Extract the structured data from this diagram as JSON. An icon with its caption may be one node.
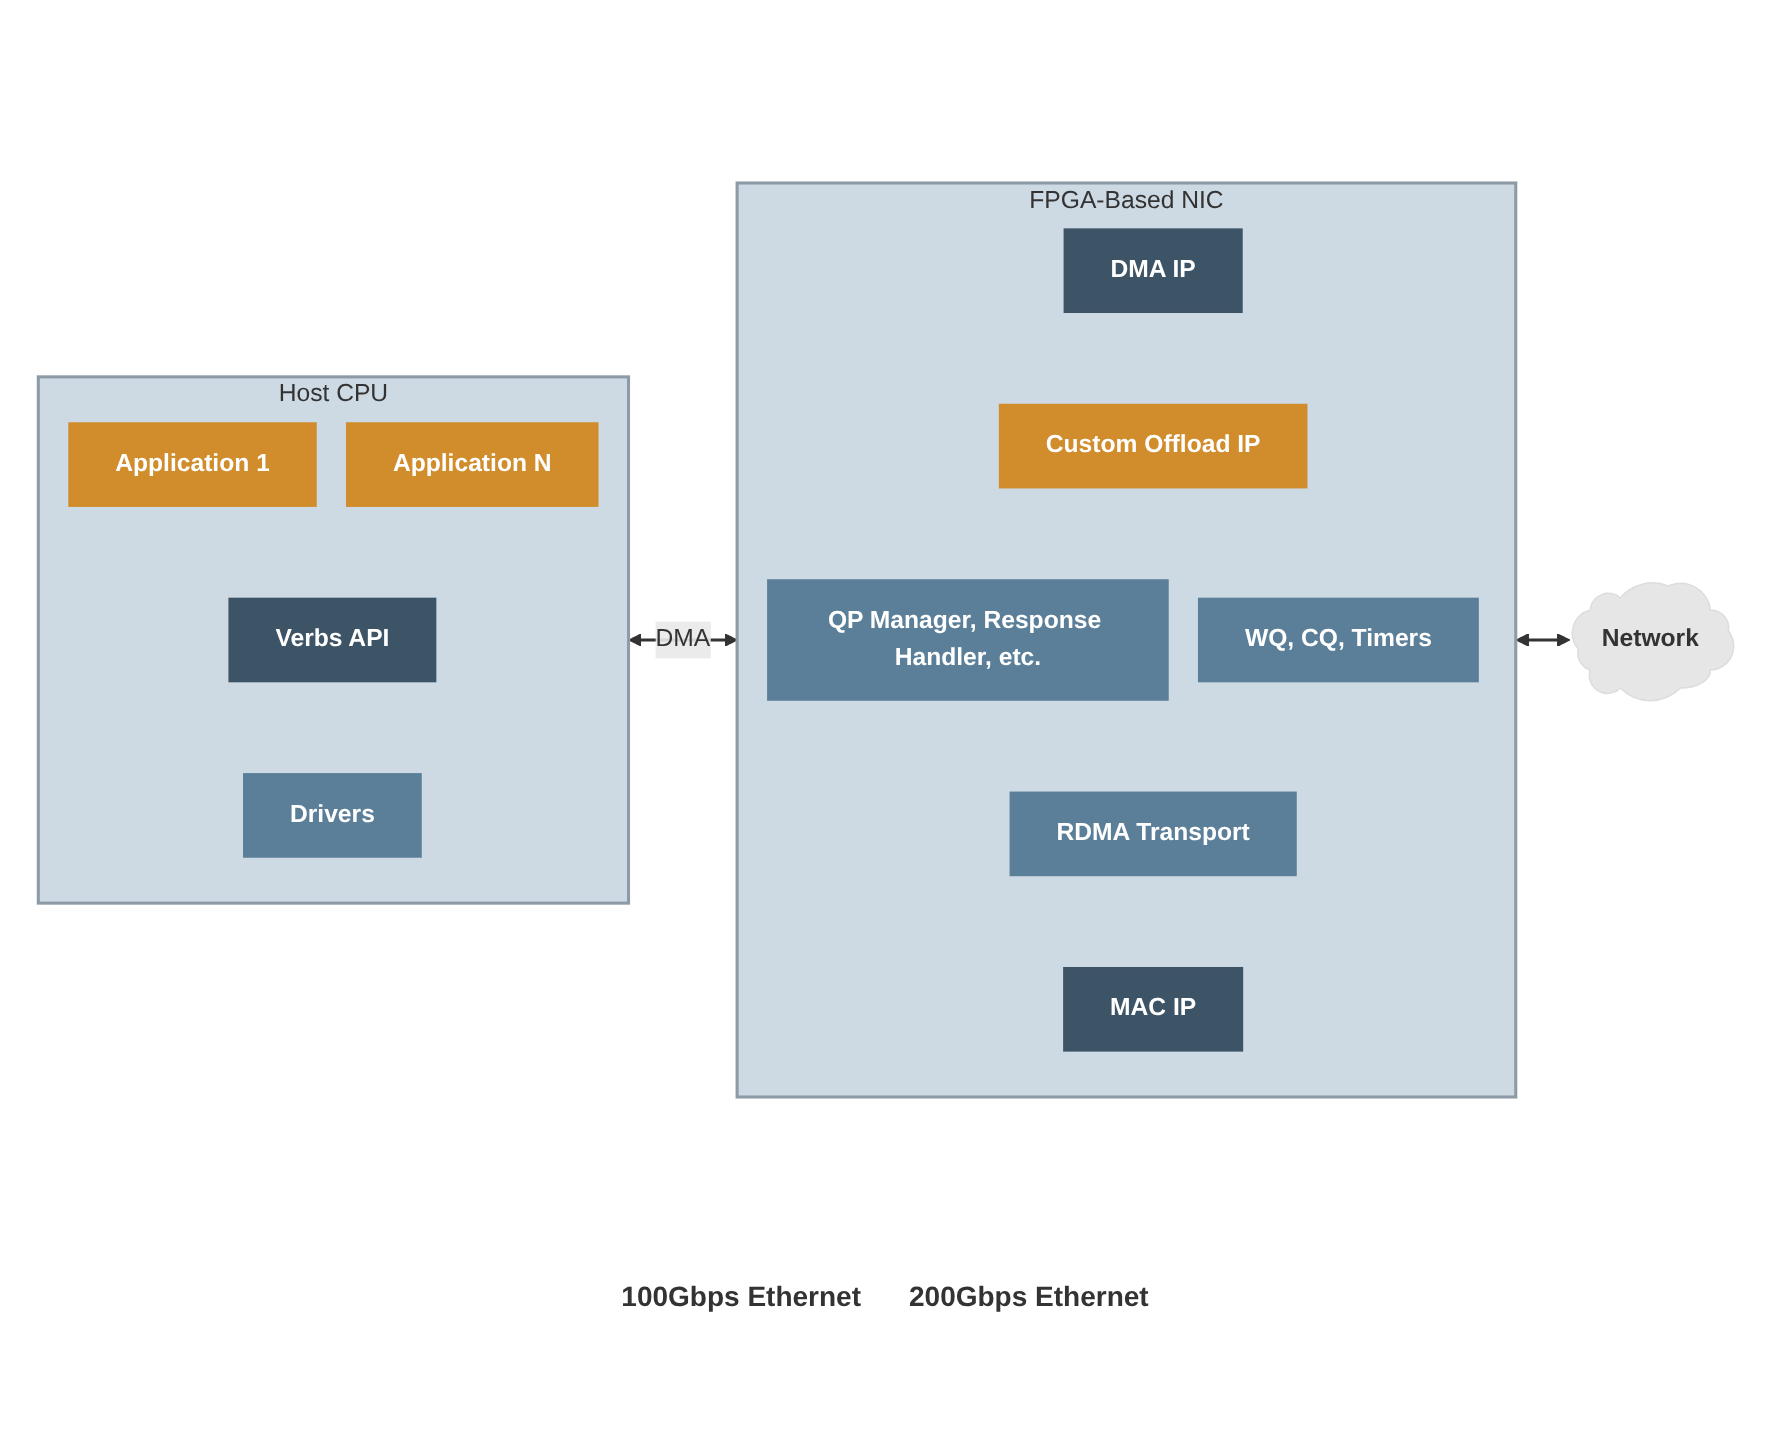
{
  "diagram": {
    "nodes": [
      {
        "text": [
          "Host CPU"
        ]
      },
      {
        "text": [
          "Application 1"
        ],
        "in": 0
      },
      {
        "text": [
          "Application N"
        ],
        "in": 0
      },
      {
        "text": [
          "Verbs API"
        ],
        "in": 0
      },
      {
        "text": [
          "Drivers"
        ],
        "in": 0
      },
      {
        "text": [
          "FPGA-Based NIC"
        ]
      },
      {
        "text": [
          "DMA IP"
        ],
        "in": 5
      },
      {
        "text": [
          "Custom Offload IP"
        ],
        "in": 5
      },
      {
        "text": [
          "QP Manager, Response Handler, etc."
        ],
        "in": 5
      },
      {
        "text": [
          "WQ, CQ, Timers"
        ],
        "in": 5
      },
      {
        "text": [
          "RDMA Transport"
        ],
        "in": 5
      },
      {
        "text": [
          "MAC IP"
        ],
        "in": 5
      },
      {
        "text": [
          "Network"
        ]
      }
    ],
    "edges": [
      {
        "from": 0,
        "to": 5,
        "arrow": "both",
        "label": "DMA"
      },
      {
        "from": 5,
        "to": 12,
        "arrow": "both"
      }
    ],
    "labels": [
      "100Gbps Ethernet",
      "200Gbps Ethernet"
    ]
  }
}
